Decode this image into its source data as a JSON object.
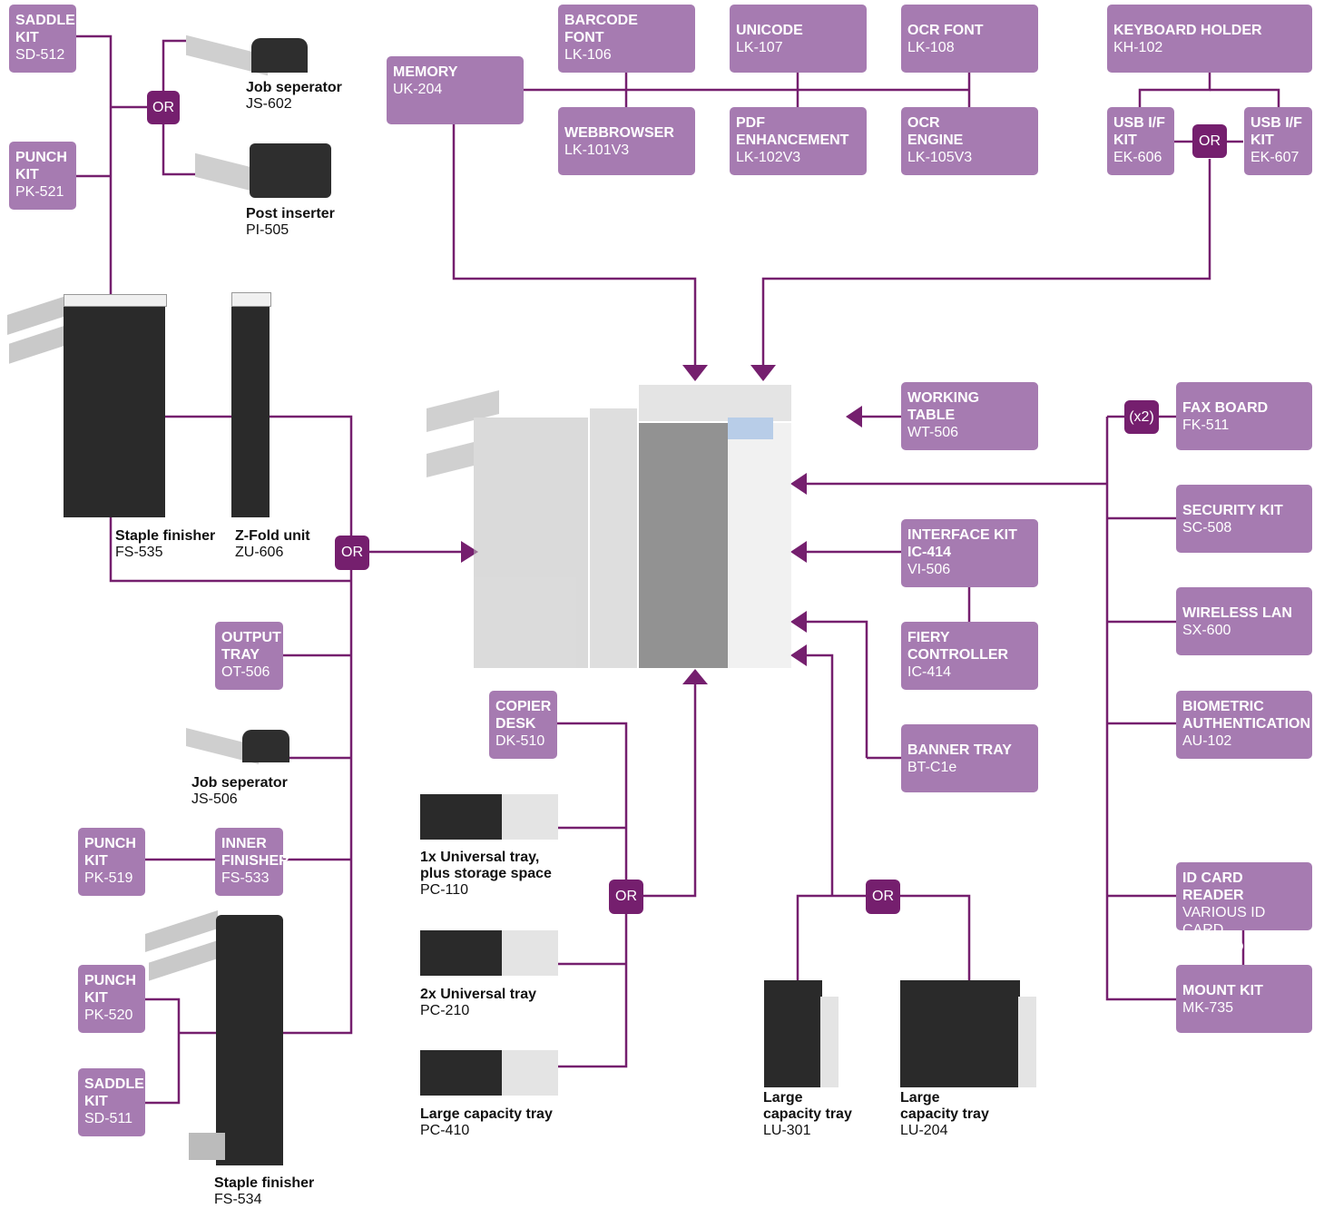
{
  "colors": {
    "box": "#a67bb1",
    "connector": "#751f6e",
    "device_dark": "#2b2b2b",
    "device_light": "#e6e6e6"
  },
  "boxes": {
    "sd512": {
      "title": "SADDLE\nKIT",
      "code": "SD-512"
    },
    "pk521": {
      "title": "PUNCH\nKIT",
      "code": "PK-521"
    },
    "memory": {
      "title": "MEMORY",
      "code": "UK-204"
    },
    "barcode": {
      "title": "BARCODE\nFONT",
      "code": "LK-106"
    },
    "unicode": {
      "title": "UNICODE",
      "code": "LK-107"
    },
    "ocrfont": {
      "title": "OCR FONT",
      "code": "LK-108"
    },
    "webbrowser": {
      "title": "WEBBROWSER",
      "code": "LK-101V3"
    },
    "pdf": {
      "title": "PDF\nENHANCEMENT",
      "code": "LK-102V3"
    },
    "ocrengine": {
      "title": "OCR\nENGINE",
      "code": "LK-105V3"
    },
    "keyboard": {
      "title": "KEYBOARD HOLDER",
      "code": "KH-102"
    },
    "usb606": {
      "title": "USB I/F\nKIT",
      "code": "EK-606"
    },
    "usb607": {
      "title": "USB I/F\nKIT",
      "code": "EK-607"
    },
    "worktable": {
      "title": "WORKING\nTABLE",
      "code": "WT-506"
    },
    "fax": {
      "title": "FAX BOARD",
      "code": "FK-511"
    },
    "security": {
      "title": "SECURITY KIT",
      "code": "SC-508"
    },
    "wireless": {
      "title": "WIRELESS LAN",
      "code": "SX-600"
    },
    "biometric": {
      "title": "BIOMETRIC\nAUTHENTICATION",
      "code": "AU-102"
    },
    "idcard": {
      "title": "ID CARD READER",
      "code": "VARIOUS ID CARD\nTECHNOLOGIES"
    },
    "mount": {
      "title": "MOUNT KIT",
      "code": "MK-735"
    },
    "interface": {
      "title": "INTERFACE KIT\nIC-414",
      "code": "VI-506"
    },
    "fiery": {
      "title": "FIERY\nCONTROLLER",
      "code": "IC-414"
    },
    "banner": {
      "title": "BANNER TRAY",
      "code": "BT-C1e"
    },
    "copierdesk": {
      "title": "COPIER\nDESK",
      "code": "DK-510"
    },
    "outputtray": {
      "title": "OUTPUT\nTRAY",
      "code": "OT-506"
    },
    "pk519": {
      "title": "PUNCH\nKIT",
      "code": "PK-519"
    },
    "inner": {
      "title": "INNER\nFINISHER",
      "code": "FS-533"
    },
    "pk520": {
      "title": "PUNCH\nKIT",
      "code": "PK-520"
    },
    "sd511": {
      "title": "SADDLE\nKIT",
      "code": "SD-511"
    }
  },
  "captions": {
    "js602": {
      "name": "Job seperator",
      "code": "JS-602"
    },
    "pi505": {
      "name": "Post inserter",
      "code": "PI-505"
    },
    "fs535": {
      "name": "Staple finisher",
      "code": "FS-535"
    },
    "zu606": {
      "name": "Z-Fold unit",
      "code": "ZU-606"
    },
    "js506": {
      "name": "Job seperator",
      "code": "JS-506"
    },
    "fs534": {
      "name": "Staple finisher",
      "code": "FS-534"
    },
    "pc110": {
      "name": "1x Universal tray,\nplus storage space",
      "code": "PC-110"
    },
    "pc210": {
      "name": "2x Universal tray",
      "code": "PC-210"
    },
    "pc410": {
      "name": "Large capacity tray",
      "code": "PC-410"
    },
    "lu301": {
      "name": "Large\ncapacity tray",
      "code": "LU-301"
    },
    "lu204": {
      "name": "Large\ncapacity tray",
      "code": "LU-204"
    }
  },
  "connectors": {
    "or": "OR",
    "x2": "(x2)"
  }
}
